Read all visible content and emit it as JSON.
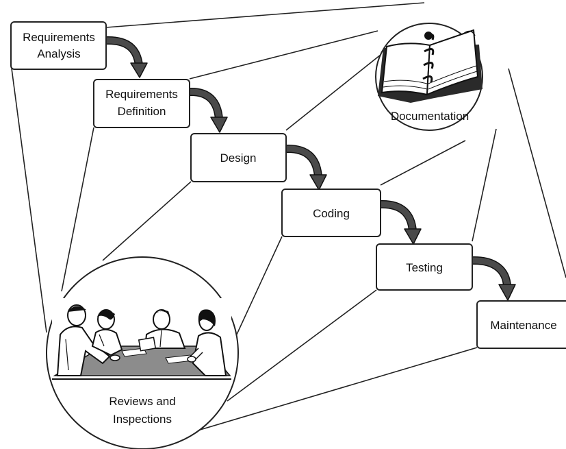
{
  "steps": [
    {
      "line1": "Requirements",
      "line2": "Analysis"
    },
    {
      "line1": "Requirements",
      "line2": "Definition"
    },
    {
      "line1": "Design"
    },
    {
      "line1": "Coding"
    },
    {
      "line1": "Testing"
    },
    {
      "line1": "Maintenance"
    }
  ],
  "documentation": {
    "label": "Documentation"
  },
  "reviews": {
    "line1": "Reviews and",
    "line2": "Inspections"
  }
}
